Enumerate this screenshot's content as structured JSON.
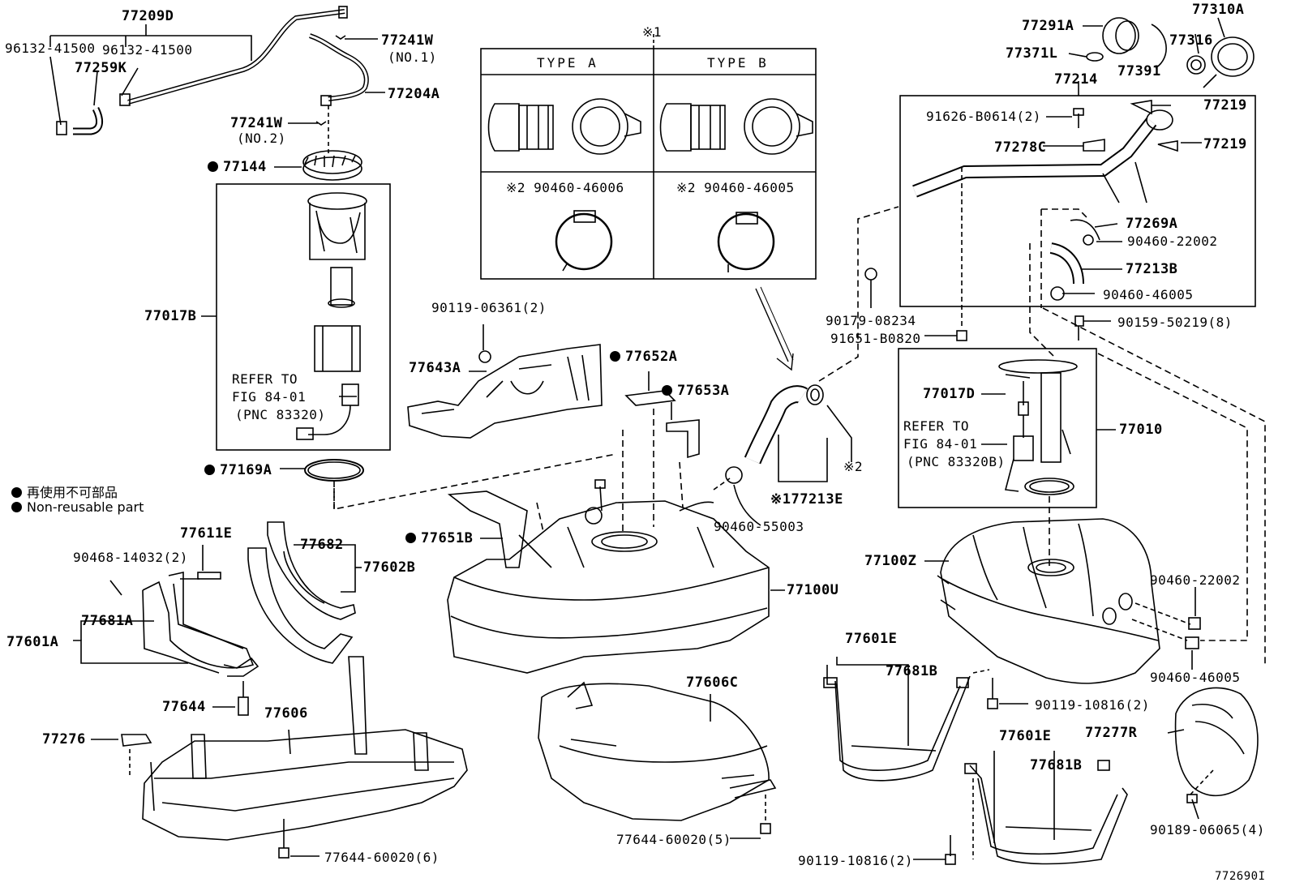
{
  "labels": {
    "p77209D": "77209D",
    "p96132_a": "96132-41500",
    "p96132_b": "96132-41500",
    "p77259K": "77259K",
    "p77241W_1": "77241W",
    "no1": "(NO.1)",
    "p77204A": "77204A",
    "p77241W_2": "77241W",
    "no2": "(NO.2)",
    "p77144": "77144",
    "p77017B": "77017B",
    "refer1_a": "REFER TO",
    "refer1_b": "FIG 84-01",
    "refer1_c": "(PNC 83320)",
    "p77169A": "77169A",
    "note_star1": "※1",
    "typeA": "TYPE A",
    "typeB": "TYPE B",
    "clampA": "※2 90460-46006",
    "clampB": "※2 90460-46005",
    "p90119_06361": "90119-06361(2)",
    "p77643A": "77643A",
    "p77652A": "77652A",
    "p77653A": "77653A",
    "p77651B": "77651B",
    "p77100U": "77100U",
    "p90460_55003": "90460-55003",
    "p77213E": "※177213E",
    "star2": "※2",
    "p77291A": "77291A",
    "p77310A": "77310A",
    "p77371L": "77371L",
    "p77391": "77391",
    "p77316": "77316",
    "p77214": "77214",
    "p91626": "91626-B0614(2)",
    "p77219_a": "77219",
    "p77278C": "77278C",
    "p77219_b": "77219",
    "p77269A": "77269A",
    "p90460_22002_a": "90460-22002",
    "p77213B": "77213B",
    "p90460_46005_a": "90460-46005",
    "p90179": "90179-08234",
    "p91651": "91651-B0820",
    "p90159": "90159-50219(8)",
    "p77017D": "77017D",
    "p77010": "77010",
    "refer2_a": "REFER TO",
    "refer2_b": "FIG 84-01",
    "refer2_c": "(PNC 83320B)",
    "p77100Z": "77100Z",
    "p90460_22002_b": "90460-22002",
    "p90460_46005_b": "90460-46005",
    "p77611E": "77611E",
    "p90468": "90468-14032(2)",
    "p77682": "77682",
    "p77602B": "77602B",
    "p77681A": "77681A",
    "p77601A": "77601A",
    "p77644": "77644",
    "p77606": "77606",
    "p77276": "77276",
    "p77644_60020_6": "77644-60020(6)",
    "p77606C": "77606C",
    "p77644_60020_5": "77644-60020(5)",
    "p77601E_a": "77601E",
    "p77681B_a": "77681B",
    "p90119_10816_a": "90119-10816(2)",
    "p77601E_b": "77601E",
    "p77681B_b": "77681B",
    "p77277R": "77277R",
    "p90119_10816_b": "90119-10816(2)",
    "p90189": "90189-06065(4)",
    "fig_id": "772690I"
  },
  "legend": {
    "line1": "再使用不可部品",
    "line2": "Non-reusable part"
  }
}
